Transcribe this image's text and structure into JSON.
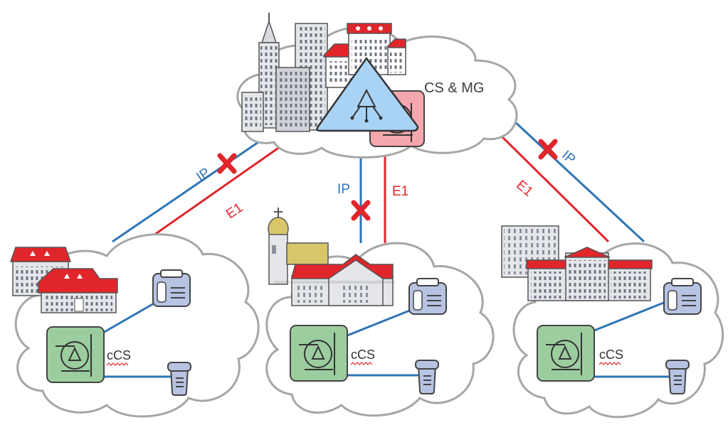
{
  "colors": {
    "ip_line": "#2e75b6",
    "e1_line": "#e0262b",
    "cloud_stroke": "#a6a6a6",
    "cloud_fill": "#ffffff",
    "roof": "#e0262b",
    "switch_fill": "#9ccd9f",
    "triangle_fill": "#a9d3f5",
    "mg_fill": "#f4a7ad",
    "phone_fill": "#b7c3e2",
    "cross": "#e0262b"
  },
  "central": {
    "label": "CS & MG",
    "icons": [
      "skyscraper-icon",
      "office-building-icon",
      "red-roof-building-icon",
      "call-server-triangle-icon",
      "media-gateway-icon"
    ]
  },
  "links": [
    {
      "site": "left",
      "ip_label": "IP",
      "e1_label": "E1",
      "ip_failed": true
    },
    {
      "site": "middle",
      "ip_label": "IP",
      "e1_label": "E1",
      "ip_failed": true
    },
    {
      "site": "right",
      "ip_label": "IP",
      "e1_label": "E1",
      "ip_failed": true
    }
  ],
  "branches": [
    {
      "name": "left",
      "switch_label": "cCS",
      "building": "town-hall-icon"
    },
    {
      "name": "middle",
      "switch_label": "cCS",
      "building": "church-icon"
    },
    {
      "name": "right",
      "switch_label": "cCS",
      "building": "hospital-icon"
    }
  ]
}
